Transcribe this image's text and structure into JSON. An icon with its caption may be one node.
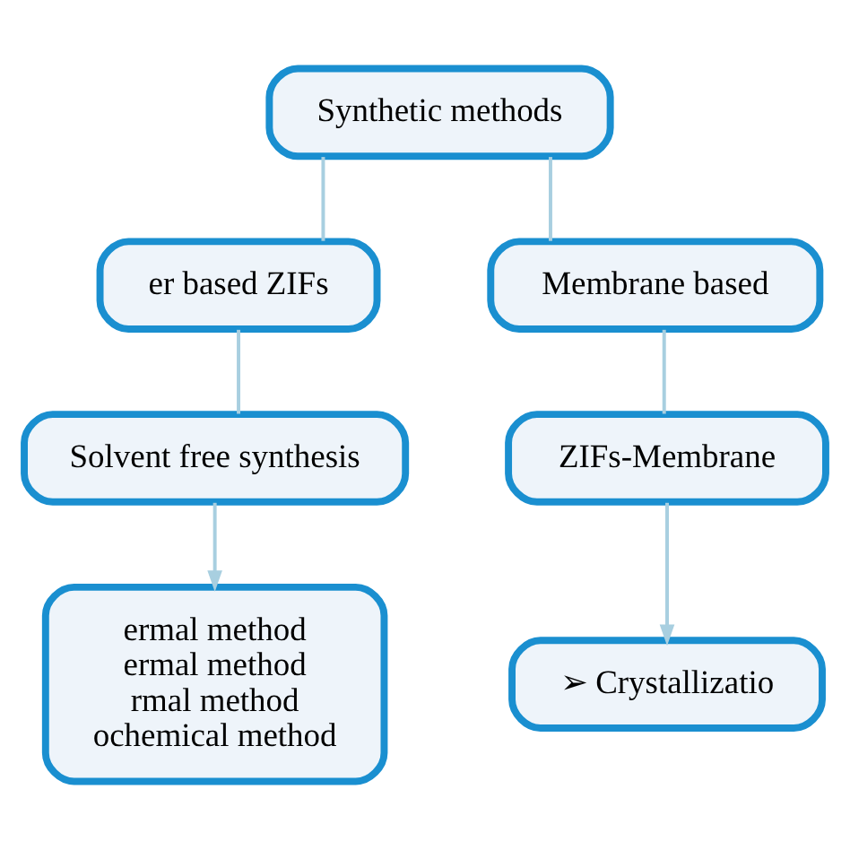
{
  "diagram": {
    "nodes": [
      {
        "text": [
          "Synthetic methods"
        ]
      },
      {
        "text": [
          "er based ZIFs"
        ]
      },
      {
        "text": [
          "Membrane based"
        ]
      },
      {
        "text": [
          "Solvent free synthesis"
        ]
      },
      {
        "text": [
          "ZIFs-Membrane"
        ]
      },
      {
        "text": [
          "ermal method",
          "ermal method",
          "rmal method",
          "ochemical method"
        ]
      },
      {
        "text": [
          "➢ Crystallizatio"
        ]
      }
    ],
    "edges": [
      {
        "from": 0,
        "to": 1,
        "arrow": "none"
      },
      {
        "from": 0,
        "to": 2,
        "arrow": "none"
      },
      {
        "from": 1,
        "to": 3,
        "arrow": "none"
      },
      {
        "from": 2,
        "to": 4,
        "arrow": "none"
      },
      {
        "from": 3,
        "to": 5,
        "arrow": "to"
      },
      {
        "from": 4,
        "to": 6,
        "arrow": "to"
      }
    ]
  }
}
